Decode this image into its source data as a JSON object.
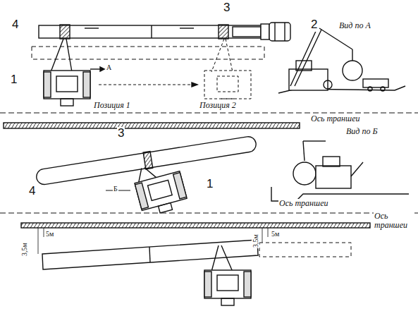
{
  "diagram": {
    "labels": [
      "4",
      "3",
      "2",
      "1",
      "А",
      "Позиция 1",
      "Позиция 2",
      "Вид по А",
      "Ось траншеи",
      "3",
      "Вид по Б",
      "4",
      "1",
      "Б",
      "Ось траншеи",
      "Ось траншеи",
      "5м",
      "5м",
      "3,5м",
      "3,5м"
    ]
  }
}
